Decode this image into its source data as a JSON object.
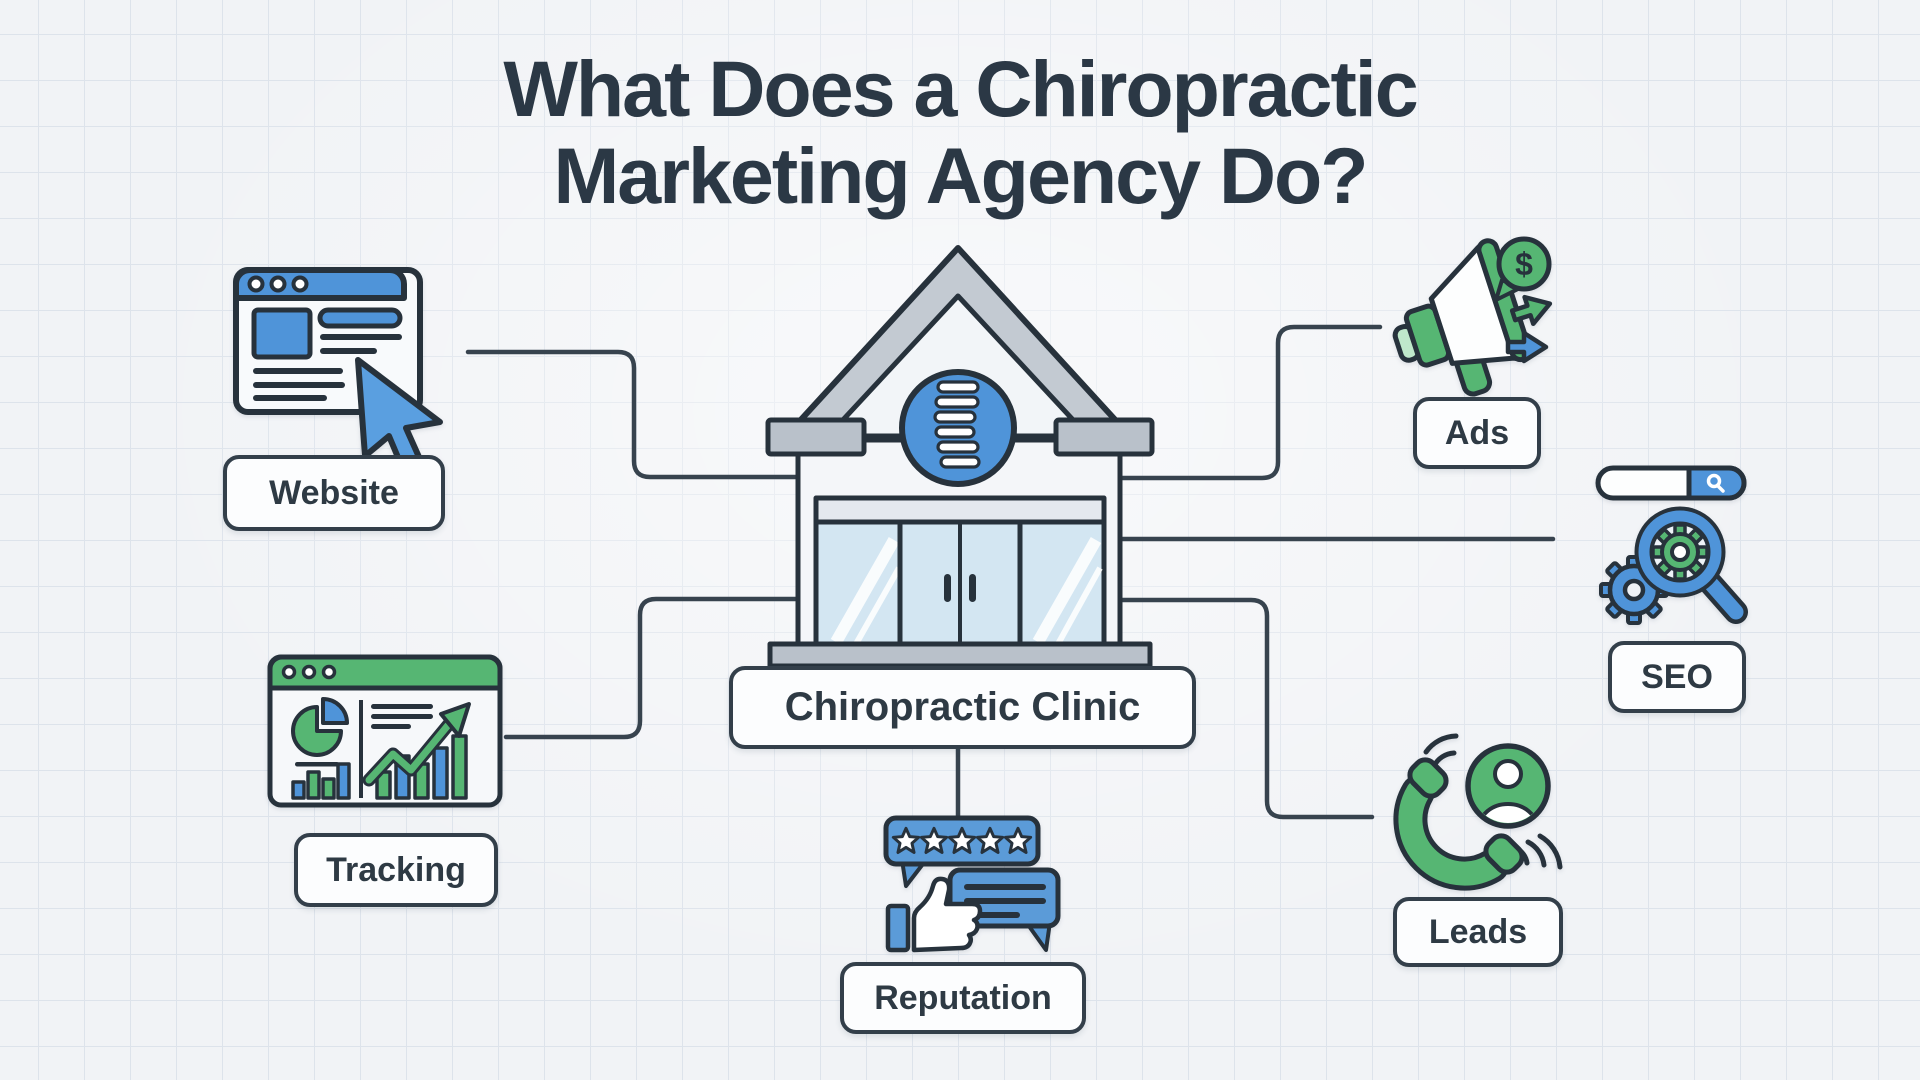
{
  "title": {
    "line1": "What Does a Chiropractic",
    "line2": "Marketing Agency Do?"
  },
  "center": {
    "label": "Chiropractic Clinic",
    "building": "storefront clinic with spine emblem in gable"
  },
  "nodes": {
    "website": {
      "label": "Website",
      "icon": "browser-window-with-cursor"
    },
    "tracking": {
      "label": "Tracking",
      "icon": "analytics-dashboard-charts"
    },
    "reputation": {
      "label": "Reputation",
      "icon": "five-star-review-thumbs-up-chat"
    },
    "ads": {
      "label": "Ads",
      "icon": "megaphone-dollar-arrows",
      "bubble_text": "$"
    },
    "seo": {
      "label": "SEO",
      "icon": "search-bar-magnifier-gears"
    },
    "leads": {
      "label": "Leads",
      "icon": "phone-call-contact"
    }
  },
  "colors": {
    "background": "#f1f3f6",
    "grid": "#dde3eb",
    "outline": "#27323c",
    "connector": "#37434e",
    "blue": "#4f94d9",
    "green": "#56b673",
    "glass": "#d3e6f2",
    "roof_gray": "#c3cad2",
    "plinth_gray": "#b9c1ca",
    "label_bg": "#fcfdfe",
    "title_text": "#2b3845"
  }
}
